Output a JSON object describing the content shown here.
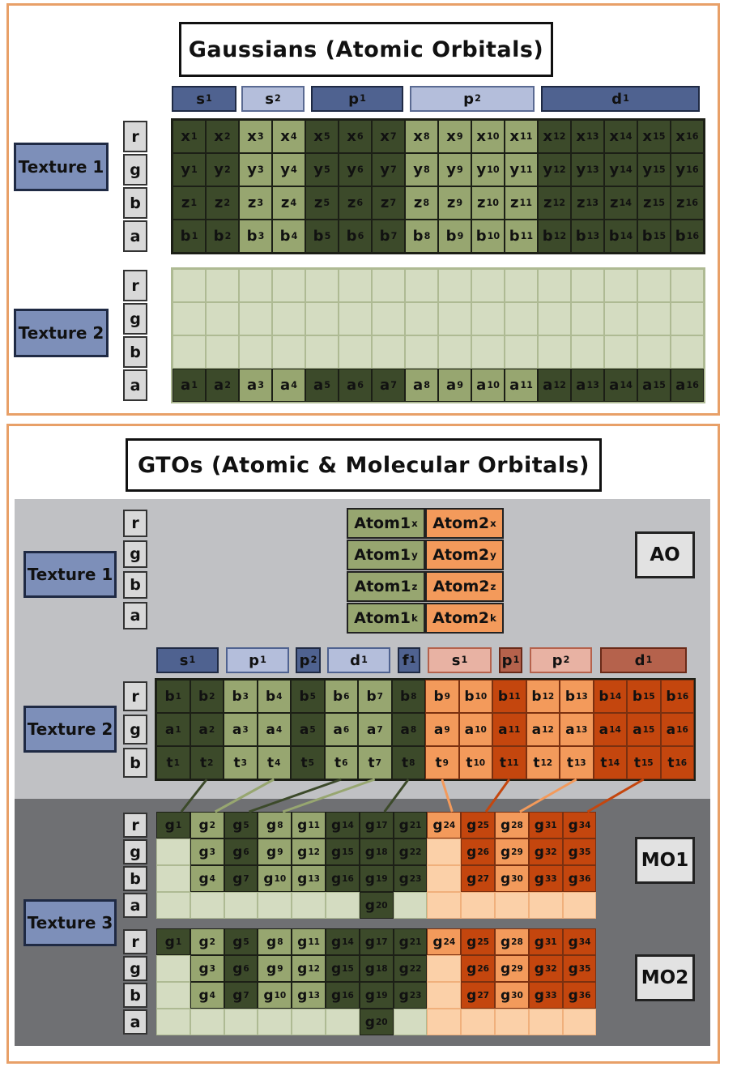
{
  "colors": {
    "dark_green": "#3c4a2a",
    "light_green": "#97a670",
    "pale_green": "#d4dcc1",
    "light_orange": "#f39a5b",
    "dark_orange": "#c4460e",
    "pale_orange": "#fbd0a8",
    "dark_blue": "#4f6290",
    "light_blue": "#b4bedb",
    "pink": "#e8b2a3",
    "brown": "#b5624c"
  },
  "panel1": {
    "title": "Gaussians (Atomic Orbitals)",
    "headers": [
      {
        "main": "s",
        "sub": "1",
        "style": "dark_blue"
      },
      {
        "main": "s",
        "sub": "2",
        "style": "light_blue"
      },
      {
        "main": "p",
        "sub": "1",
        "style": "dark_blue"
      },
      {
        "main": "p",
        "sub": "2",
        "style": "light_blue"
      },
      {
        "main": "d",
        "sub": "1",
        "style": "dark_blue"
      }
    ],
    "textures": [
      {
        "label": "Texture 1",
        "channels": [
          "r",
          "g",
          "b",
          "a"
        ]
      },
      {
        "label": "Texture 2",
        "channels": [
          "r",
          "g",
          "b",
          "a"
        ]
      }
    ],
    "t1_prefixes": [
      "x",
      "y",
      "z",
      "b"
    ],
    "t2_prefix": "a",
    "column_colors": [
      "dark_green",
      "dark_green",
      "light_green",
      "light_green",
      "dark_green",
      "dark_green",
      "dark_green",
      "light_green",
      "light_green",
      "light_green",
      "light_green",
      "dark_green",
      "dark_green",
      "dark_green",
      "dark_green",
      "dark_green"
    ]
  },
  "panel2": {
    "title": "GTOs (Atomic & Molecular Orbitals)",
    "ao_label": "AO",
    "mo_labels": [
      "MO1",
      "MO2"
    ],
    "texture_labels": [
      "Texture 1",
      "Texture 2",
      "Texture 3"
    ],
    "t1_channels": [
      "r",
      "g",
      "b",
      "a"
    ],
    "t2_channels": [
      "r",
      "g",
      "b"
    ],
    "t3_channels": [
      "r",
      "g",
      "b",
      "a"
    ],
    "atoms": [
      {
        "a1": "Atom1",
        "a2": "Atom2",
        "sub": "x"
      },
      {
        "a1": "Atom1",
        "a2": "Atom2",
        "sub": "y"
      },
      {
        "a1": "Atom1",
        "a2": "Atom2",
        "sub": "z"
      },
      {
        "a1": "Atom1",
        "a2": "Atom2",
        "sub": "k"
      }
    ],
    "headers": [
      {
        "main": "s",
        "sub": "1",
        "style": "dark_blue"
      },
      {
        "main": "p",
        "sub": "1",
        "style": "light_blue"
      },
      {
        "main": "p",
        "sub": "2",
        "style": "dark_blue"
      },
      {
        "main": "d",
        "sub": "1",
        "style": "light_blue"
      },
      {
        "main": "f",
        "sub": "1",
        "style": "dark_blue"
      },
      {
        "main": "s",
        "sub": "1",
        "style": "pink"
      },
      {
        "main": "p",
        "sub": "1",
        "style": "brown"
      },
      {
        "main": "p",
        "sub": "2",
        "style": "pink"
      },
      {
        "main": "d",
        "sub": "1",
        "style": "brown"
      }
    ],
    "t2_prefixes": [
      "b",
      "a",
      "t"
    ],
    "t2_column_colors": [
      "dark_green",
      "dark_green",
      "light_green",
      "light_green",
      "dark_green",
      "light_green",
      "light_green",
      "dark_green",
      "light_orange",
      "light_orange",
      "dark_orange",
      "light_orange",
      "light_orange",
      "dark_orange",
      "dark_orange",
      "dark_orange"
    ],
    "mo_columns": [
      {
        "cells": [
          "1",
          "",
          "",
          ""
        ],
        "colors": [
          "dark_green",
          "pale_green",
          "pale_green",
          "pale_green"
        ]
      },
      {
        "cells": [
          "2",
          "3",
          "4",
          ""
        ],
        "colors": [
          "light_green",
          "light_green",
          "light_green",
          "pale_green"
        ]
      },
      {
        "cells": [
          "5",
          "6",
          "7",
          ""
        ],
        "colors": [
          "dark_green",
          "dark_green",
          "dark_green",
          "pale_green"
        ]
      },
      {
        "cells": [
          "8",
          "9",
          "10",
          ""
        ],
        "colors": [
          "light_green",
          "light_green",
          "light_green",
          "pale_green"
        ]
      },
      {
        "cells": [
          "11",
          "12",
          "13",
          ""
        ],
        "colors": [
          "light_green",
          "light_green",
          "light_green",
          "pale_green"
        ]
      },
      {
        "cells": [
          "14",
          "15",
          "16",
          ""
        ],
        "colors": [
          "dark_green",
          "dark_green",
          "dark_green",
          "pale_green"
        ]
      },
      {
        "cells": [
          "17",
          "18",
          "19",
          "20"
        ],
        "colors": [
          "dark_green",
          "dark_green",
          "dark_green",
          "dark_green"
        ]
      },
      {
        "cells": [
          "21",
          "22",
          "23",
          ""
        ],
        "colors": [
          "dark_green",
          "dark_green",
          "dark_green",
          "pale_green"
        ]
      },
      {
        "cells": [
          "24",
          "",
          "",
          ""
        ],
        "colors": [
          "light_orange",
          "pale_orange",
          "pale_orange",
          "pale_orange"
        ]
      },
      {
        "cells": [
          "25",
          "26",
          "27",
          ""
        ],
        "colors": [
          "dark_orange",
          "dark_orange",
          "dark_orange",
          "pale_orange"
        ]
      },
      {
        "cells": [
          "28",
          "29",
          "30",
          ""
        ],
        "colors": [
          "light_orange",
          "light_orange",
          "light_orange",
          "pale_orange"
        ]
      },
      {
        "cells": [
          "31",
          "32",
          "33",
          ""
        ],
        "colors": [
          "dark_orange",
          "dark_orange",
          "dark_orange",
          "pale_orange"
        ]
      },
      {
        "cells": [
          "34",
          "35",
          "36",
          ""
        ],
        "colors": [
          "dark_orange",
          "dark_orange",
          "dark_orange",
          "pale_orange"
        ]
      }
    ],
    "mo_prefix": "g",
    "connectors": [
      {
        "from": 1,
        "to": 0,
        "color": "dark_green"
      },
      {
        "from": 3,
        "to": 1,
        "color": "light_green"
      },
      {
        "from": 5,
        "to": 2,
        "color": "dark_green"
      },
      {
        "from": 6,
        "to": 3,
        "color": "light_green"
      },
      {
        "from": 7,
        "to": 6,
        "color": "dark_green"
      },
      {
        "from": 8,
        "to": 8,
        "color": "light_orange"
      },
      {
        "from": 10,
        "to": 9,
        "color": "dark_orange"
      },
      {
        "from": 12,
        "to": 10,
        "color": "light_orange"
      },
      {
        "from": 14,
        "to": 12,
        "color": "dark_orange"
      }
    ]
  }
}
